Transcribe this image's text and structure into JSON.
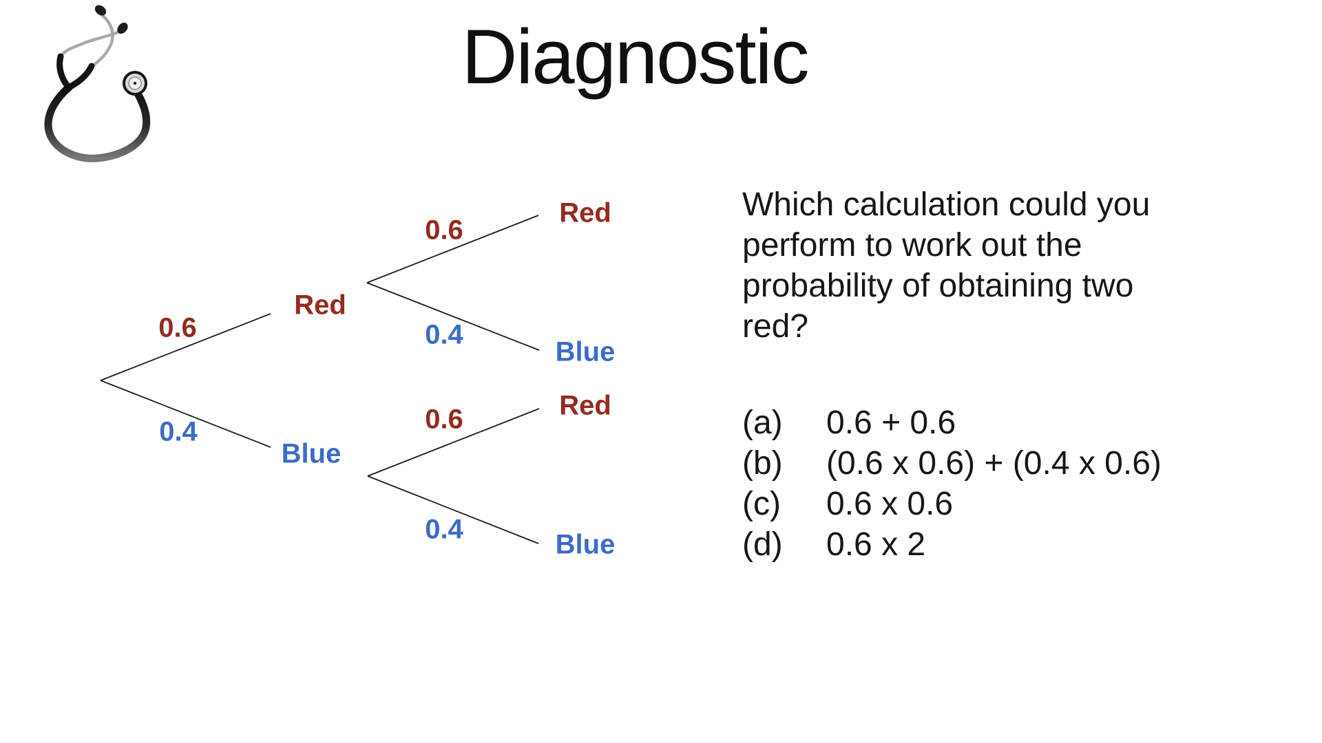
{
  "title": "Diagnostic",
  "icons": {
    "top_left": "stethoscope-icon"
  },
  "colors": {
    "background": "#ffffff",
    "title_text": "#0f0f0f",
    "body_text": "#161616",
    "tree_line": "#1a1a1a",
    "red_outcome": "#942b1d",
    "blue_outcome": "#3b6cc7"
  },
  "tree": {
    "type": "probability-tree",
    "level1_branches": [
      {
        "probability": "0.6",
        "node": "Red",
        "color": "#942b1d"
      },
      {
        "probability": "0.4",
        "node": "Blue",
        "color": "#3b6cc7"
      }
    ],
    "level2_branches": [
      {
        "from": "Red",
        "probability": "0.6",
        "node": "Red",
        "color": "#942b1d"
      },
      {
        "from": "Red",
        "probability": "0.4",
        "node": "Blue",
        "color": "#3b6cc7"
      },
      {
        "from": "Blue",
        "probability": "0.6",
        "node": "Red",
        "color": "#942b1d"
      },
      {
        "from": "Blue",
        "probability": "0.4",
        "node": "Blue",
        "color": "#3b6cc7"
      }
    ]
  },
  "question": {
    "text": "Which calculation could you perform to work out the probability of obtaining two red?",
    "lines": [
      "Which calculation could you",
      "perform to work out the",
      "probability of obtaining two",
      "red?"
    ]
  },
  "options": [
    {
      "label": "(a)",
      "value": "0.6 + 0.6"
    },
    {
      "label": "(b)",
      "value": "(0.6 x 0.6) + (0.4 x 0.6)"
    },
    {
      "label": "(c)",
      "value": "0.6 x 0.6"
    },
    {
      "label": "(d)",
      "value": "0.6 x 2"
    }
  ]
}
